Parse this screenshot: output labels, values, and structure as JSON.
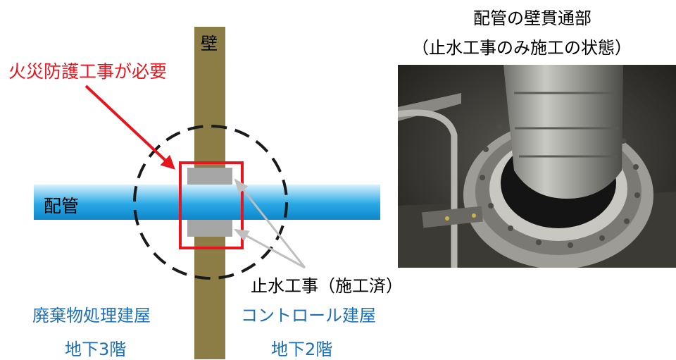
{
  "wall_label": "壁",
  "pipe_label": "配管",
  "fire_work_label": "火災防護工事が必要",
  "waterstop_label": "止水工事（施工済）",
  "left_building": {
    "name": "廃棄物処理建屋",
    "floor": "地下3階"
  },
  "right_building": {
    "name": "コントロール建屋",
    "floor": "地下2階"
  },
  "photo_caption": {
    "line1": "配管の壁貫通部",
    "line2": "（止水工事のみ施工の状態）"
  },
  "colors": {
    "wall": "#8c7d46",
    "pipe_mid": "#29a9e6",
    "red": "#e8141e",
    "blue_text": "#1d6fb5",
    "seal": "#a6a6a6"
  }
}
